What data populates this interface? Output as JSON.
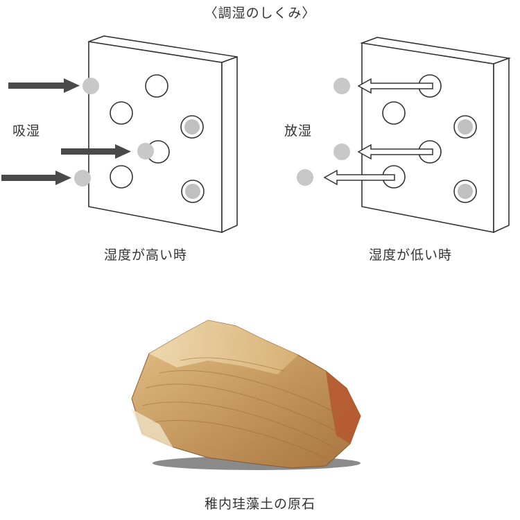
{
  "title": "〈調湿のしくみ〉",
  "left_panel": {
    "side_label": "吸湿",
    "caption": "湿度が高い時"
  },
  "right_panel": {
    "side_label": "放湿",
    "caption": "湿度が低い時"
  },
  "photo_caption": "稚内珪藻土の原石",
  "colors": {
    "arrow_dark": "#4a4a4a",
    "moisture_dot": "#c8c8c8",
    "panel_stroke": "#333333",
    "rock_main": "#c9a06a"
  }
}
